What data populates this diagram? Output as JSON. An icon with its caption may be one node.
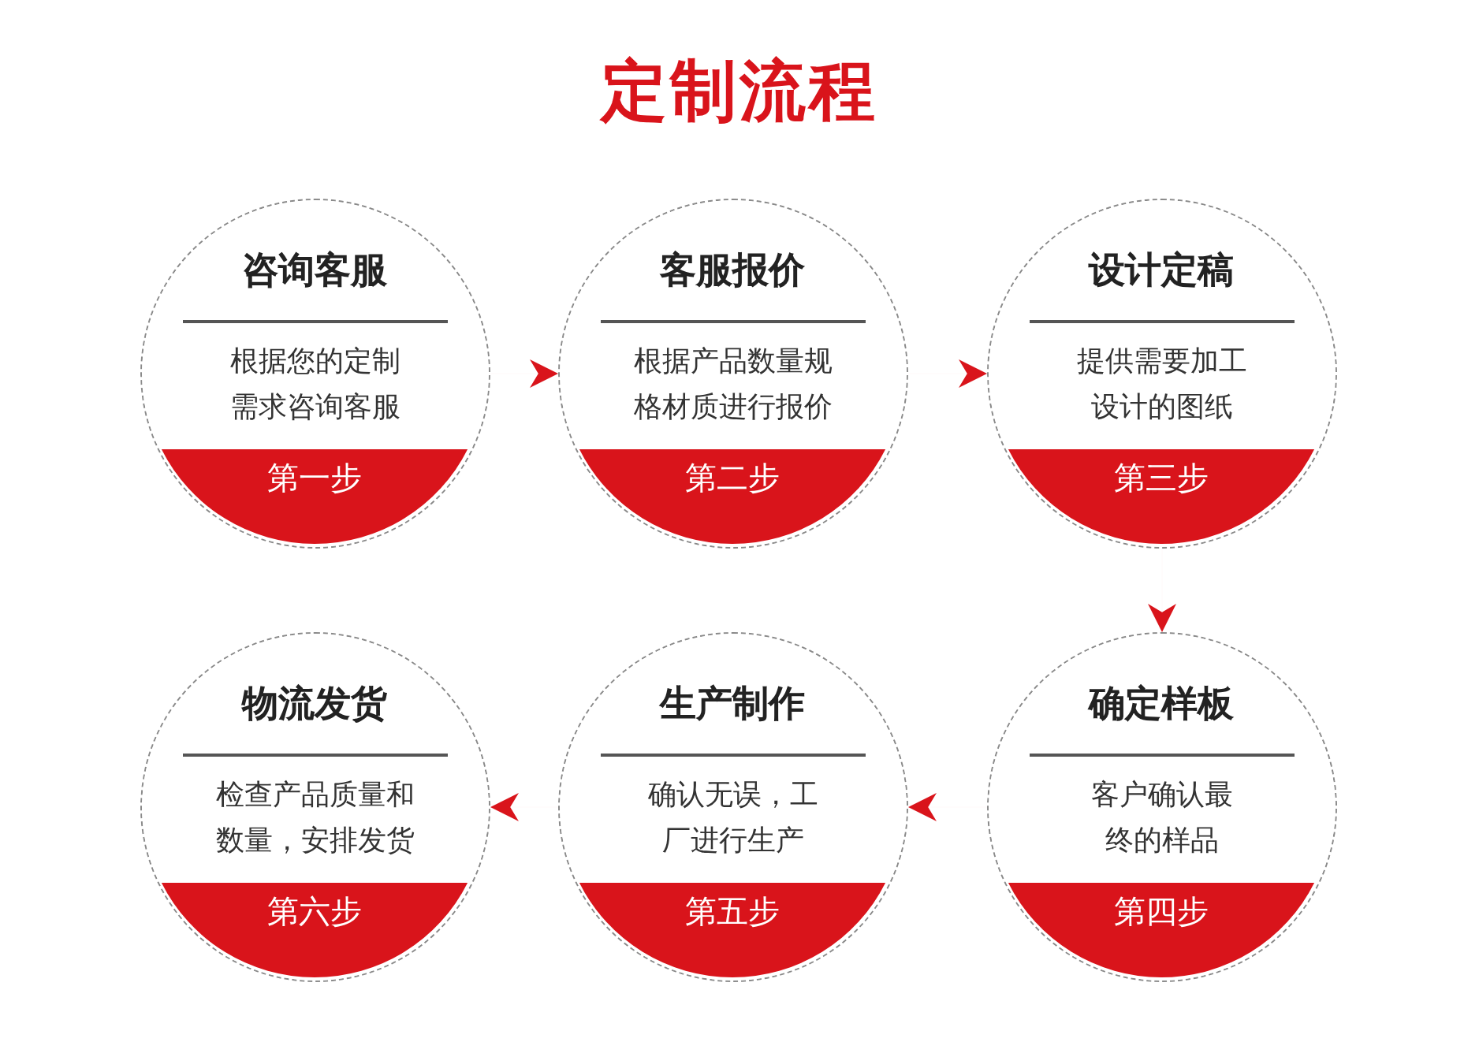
{
  "diagram": {
    "title": "定制流程",
    "nodes": [
      {
        "text": [
          "咨询客服",
          "根据您的定制需求咨询客服",
          "第一步"
        ]
      },
      {
        "text": [
          "客服报价",
          "根据产品数量规格材质进行报价",
          "第二步"
        ]
      },
      {
        "text": [
          "设计定稿",
          "提供需要加工设计的图纸",
          "第三步"
        ]
      },
      {
        "text": [
          "确定样板",
          "客户确认最终的样品",
          "第四步"
        ]
      },
      {
        "text": [
          "生产制作",
          "确认无误，工厂进行生产",
          "第五步"
        ]
      },
      {
        "text": [
          "物流发货",
          "检查产品质量和数量，安排发货",
          "第六步"
        ]
      }
    ],
    "edges": [
      {
        "from": 0,
        "to": 1,
        "arrow": "to"
      },
      {
        "from": 1,
        "to": 2,
        "arrow": "to"
      },
      {
        "from": 2,
        "to": 3,
        "arrow": "to"
      },
      {
        "from": 3,
        "to": 4,
        "arrow": "to"
      },
      {
        "from": 4,
        "to": 5,
        "arrow": "to"
      }
    ]
  }
}
